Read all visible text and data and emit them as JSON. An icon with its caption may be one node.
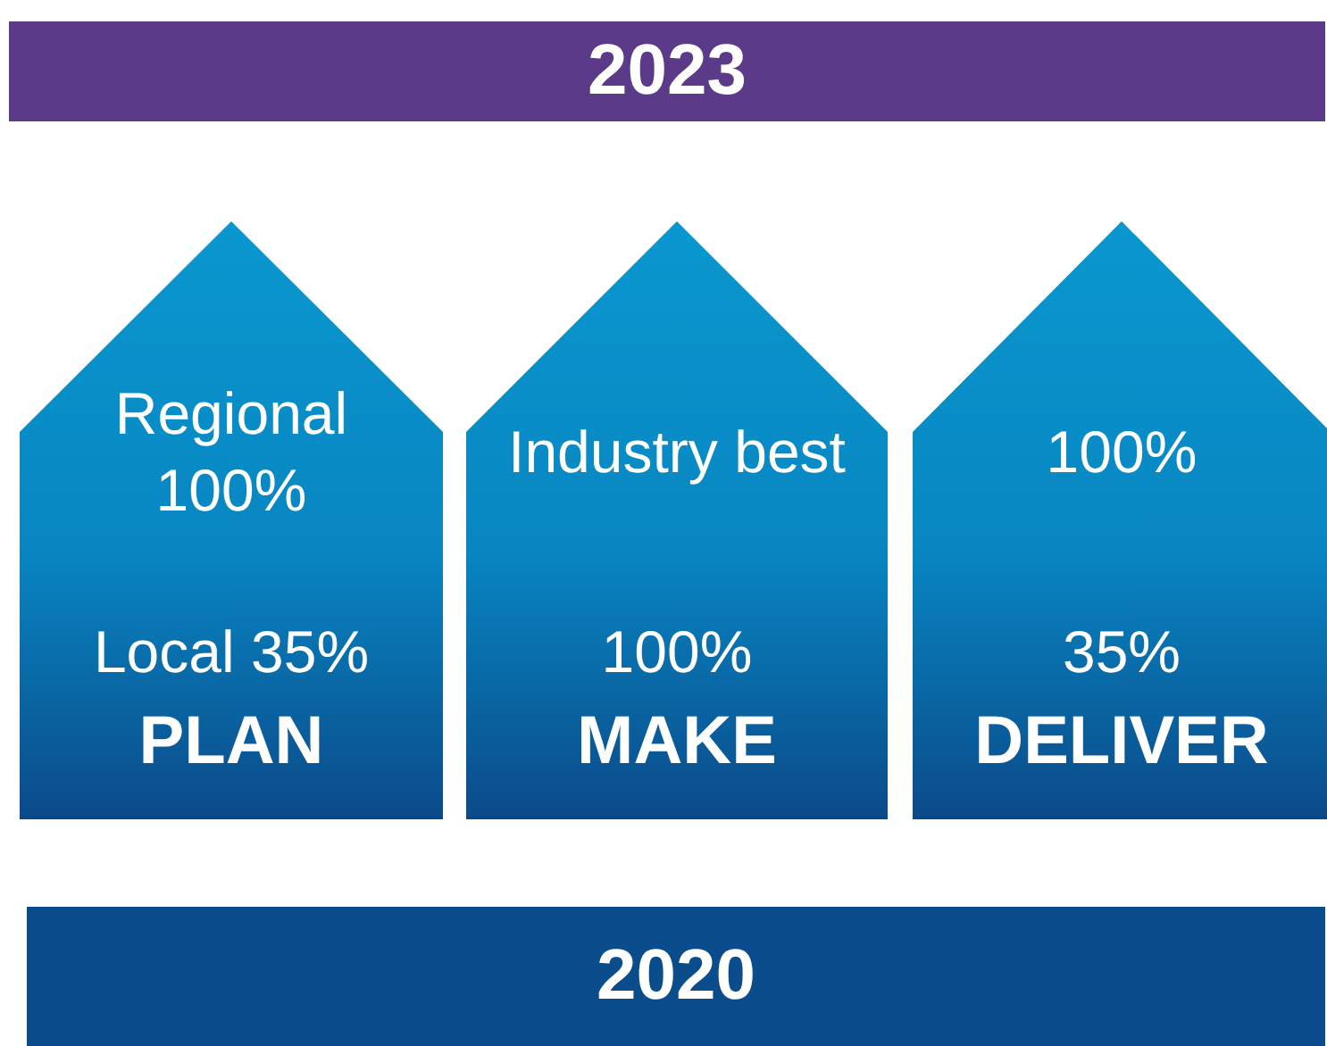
{
  "diagram": {
    "nodes": [
      {
        "text": [
          "2023"
        ]
      },
      {
        "text": [
          "Regional 100%",
          "Local 35%",
          "PLAN"
        ]
      },
      {
        "text": [
          "Industry best",
          "100%",
          "MAKE"
        ]
      },
      {
        "text": [
          "100%",
          "35%",
          "DELIVER"
        ]
      },
      {
        "text": [
          "2020"
        ]
      }
    ]
  }
}
